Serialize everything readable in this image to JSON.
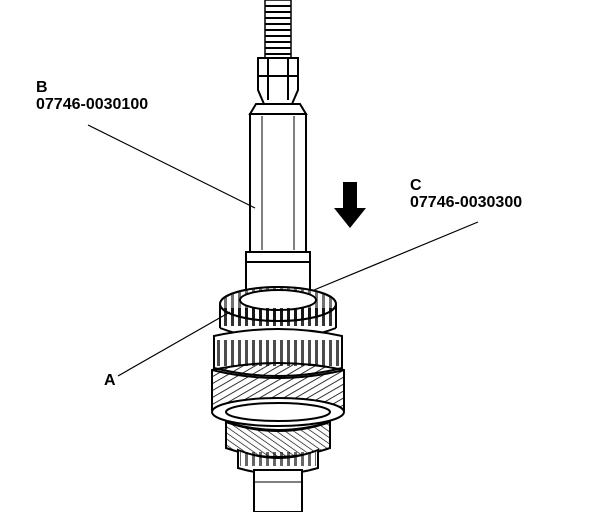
{
  "labels": {
    "a": {
      "letter": "A"
    },
    "b": {
      "letter": "B",
      "part_number": "07746-0030100"
    },
    "c": {
      "letter": "C",
      "part_number": "07746-0030300"
    }
  },
  "icons": {
    "press_direction": "arrow-down-icon"
  }
}
